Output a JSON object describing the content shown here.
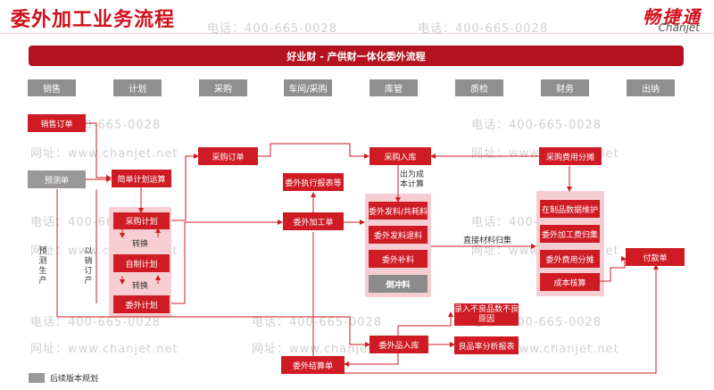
{
  "header": {
    "title": "委外加工业务流程",
    "brand_cn": "畅捷通",
    "brand_en": "Chanjet",
    "phone": "电话：400-665-0028",
    "website": "网址：www.chanjet.net"
  },
  "banner": "好业财 - 产供财一体化委外流程",
  "departments": [
    "销售",
    "计划",
    "采购",
    "车间/采购",
    "库管",
    "质检",
    "财务",
    "出纳"
  ],
  "boxes": {
    "sales_order": "销售订单",
    "forecast": "预测单",
    "simple_plan": "简单计划运算",
    "purchase_plan": "采购计划",
    "self_plan": "自制计划",
    "outsource_plan": "委外计划",
    "convert_1": "转换",
    "convert_2": "转换",
    "purchase_order": "采购订单",
    "outsource_report": "委外执行报表等",
    "outsource_order": "委外加工单",
    "purchase_receipt": "采购入库",
    "issue_material": "委外发料/共耗料",
    "return_material": "委外发料退料",
    "supplement_material": "委外补料",
    "write_off": "倒冲料",
    "outsource_receipt": "委外品入库",
    "settlement": "委外结算单",
    "yield_report": "良品率分析报表",
    "cost_allocation": "采购费用分摊",
    "wip_maintenance": "在制品数据维护",
    "processing_fee": "委外加工费归集",
    "fee_allocation": "委外费用分摊",
    "cost_accounting": "成本核算",
    "payment": "付款单"
  },
  "labels": {
    "cost_calc": "出为成本计算",
    "direct_material": "直接材料归集",
    "defective": "录入不良品数不良原因",
    "forecast_prod": "预测生产",
    "order_prod": "以销订产"
  },
  "legend": "后续版本规划",
  "colors": {
    "accent": "#cf1b24",
    "panel": "#f6cdd1",
    "dept": "#8f8f8f",
    "future": "#999999"
  }
}
